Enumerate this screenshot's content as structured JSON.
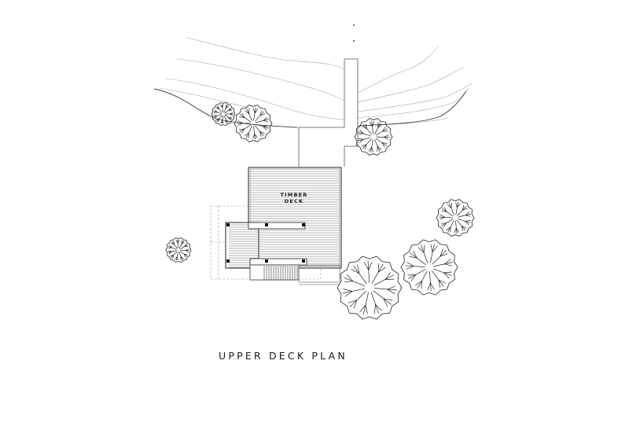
{
  "plan": {
    "deck_label_line1": "TIMBER",
    "deck_label_line2": "DECK",
    "title": "UPPER DECK PLAN"
  },
  "colors": {
    "contour": "#a8a2b4",
    "linework": "#222222"
  },
  "icons": {
    "tree": "tree-symbol-icon"
  }
}
